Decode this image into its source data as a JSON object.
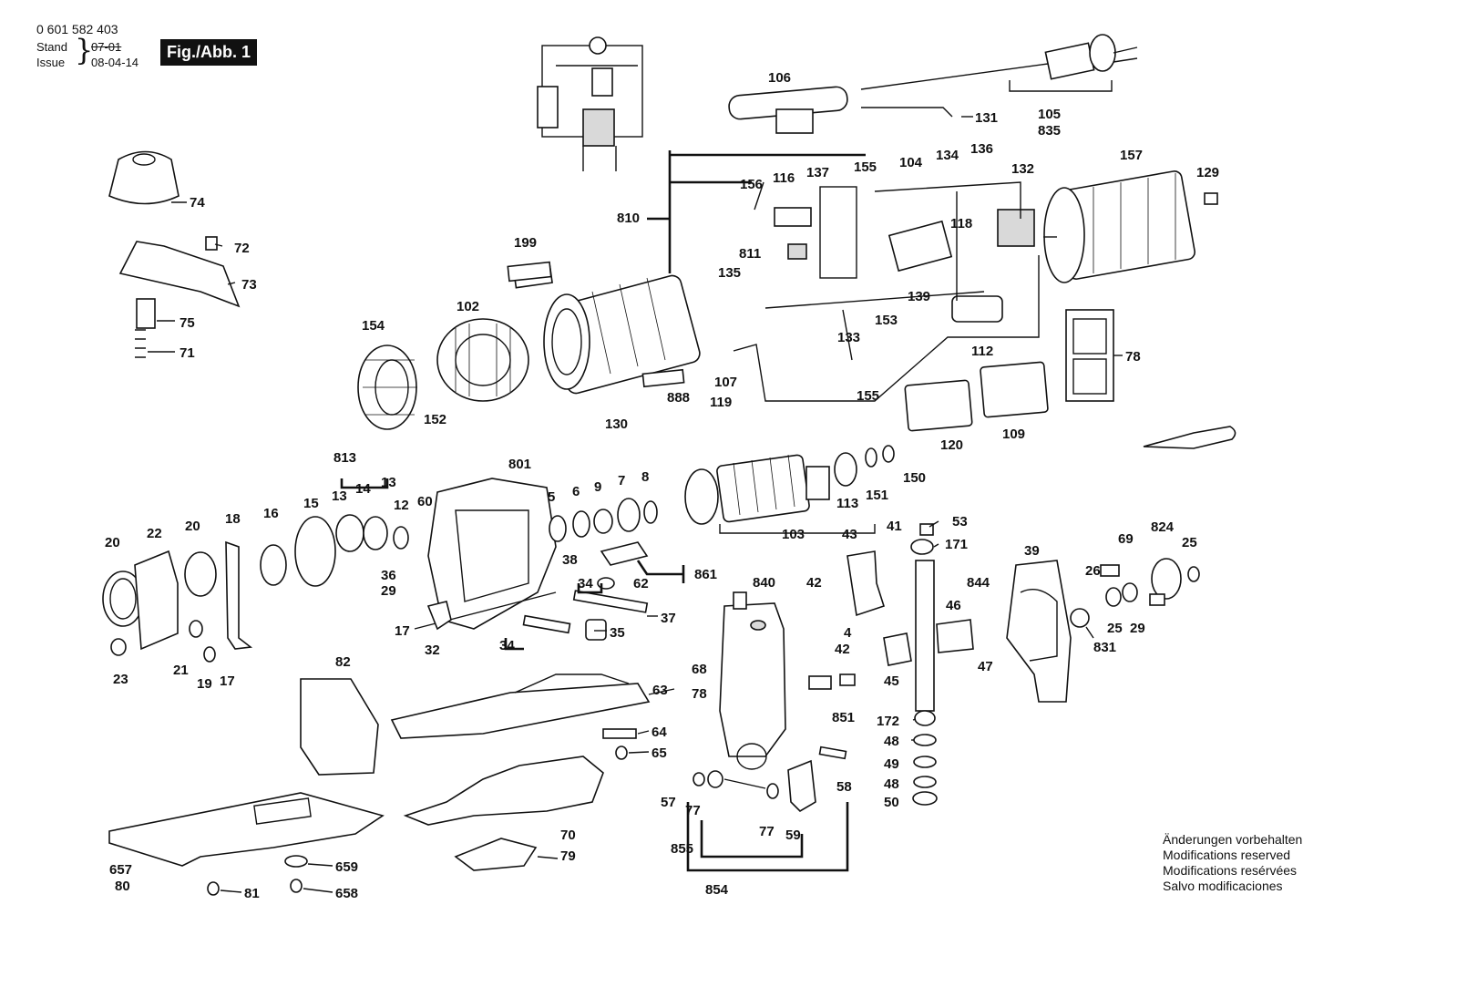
{
  "header": {
    "document_number": "0 601 582 403",
    "stand_label": "Stand",
    "issue_label": "Issue",
    "old_date": "07-01",
    "issue_date": "08-04-14",
    "figure_label": "Fig./Abb. 1"
  },
  "notes": [
    "Änderungen vorbehalten",
    "Modifications reserved",
    "Modifications resérvées",
    "Salvo modificaciones"
  ],
  "callouts": [
    {
      "id": "l106",
      "text": "106"
    },
    {
      "id": "l131",
      "text": "131"
    },
    {
      "id": "l105",
      "text": "105"
    },
    {
      "id": "l835",
      "text": "835"
    },
    {
      "id": "l156",
      "text": "156"
    },
    {
      "id": "l116",
      "text": "116"
    },
    {
      "id": "l137",
      "text": "137"
    },
    {
      "id": "l155a",
      "text": "155"
    },
    {
      "id": "l104",
      "text": "104"
    },
    {
      "id": "l134",
      "text": "134"
    },
    {
      "id": "l136",
      "text": "136"
    },
    {
      "id": "l132",
      "text": "132"
    },
    {
      "id": "l157",
      "text": "157"
    },
    {
      "id": "l129",
      "text": "129"
    },
    {
      "id": "l810",
      "text": "810"
    },
    {
      "id": "l811",
      "text": "811"
    },
    {
      "id": "l118",
      "text": "118"
    },
    {
      "id": "l135",
      "text": "135"
    },
    {
      "id": "l139",
      "text": "139"
    },
    {
      "id": "l153",
      "text": "153"
    },
    {
      "id": "l133",
      "text": "133"
    },
    {
      "id": "l112",
      "text": "112"
    },
    {
      "id": "l199",
      "text": "199"
    },
    {
      "id": "l102",
      "text": "102"
    },
    {
      "id": "l154",
      "text": "154"
    },
    {
      "id": "l152",
      "text": "152"
    },
    {
      "id": "l130",
      "text": "130"
    },
    {
      "id": "l888",
      "text": "888"
    },
    {
      "id": "l107",
      "text": "107"
    },
    {
      "id": "l119",
      "text": "119"
    },
    {
      "id": "l155b",
      "text": "155"
    },
    {
      "id": "l120",
      "text": "120"
    },
    {
      "id": "l109",
      "text": "109"
    },
    {
      "id": "l78a",
      "text": "78"
    },
    {
      "id": "l74",
      "text": "74"
    },
    {
      "id": "l72",
      "text": "72"
    },
    {
      "id": "l73",
      "text": "73"
    },
    {
      "id": "l75",
      "text": "75"
    },
    {
      "id": "l71",
      "text": "71"
    },
    {
      "id": "l813",
      "text": "813"
    },
    {
      "id": "l13a",
      "text": "13"
    },
    {
      "id": "l14",
      "text": "14"
    },
    {
      "id": "l13b",
      "text": "13"
    },
    {
      "id": "l801",
      "text": "801"
    },
    {
      "id": "l12",
      "text": "12"
    },
    {
      "id": "l60",
      "text": "60"
    },
    {
      "id": "l15",
      "text": "15"
    },
    {
      "id": "l16",
      "text": "16"
    },
    {
      "id": "l18",
      "text": "18"
    },
    {
      "id": "l20a",
      "text": "20"
    },
    {
      "id": "l22",
      "text": "22"
    },
    {
      "id": "l20b",
      "text": "20"
    },
    {
      "id": "l5",
      "text": "5"
    },
    {
      "id": "l6",
      "text": "6"
    },
    {
      "id": "l9",
      "text": "9"
    },
    {
      "id": "l7",
      "text": "7"
    },
    {
      "id": "l8",
      "text": "8"
    },
    {
      "id": "l113",
      "text": "113"
    },
    {
      "id": "l151",
      "text": "151"
    },
    {
      "id": "l150",
      "text": "150"
    },
    {
      "id": "l103",
      "text": "103"
    },
    {
      "id": "l43",
      "text": "43"
    },
    {
      "id": "l41",
      "text": "41"
    },
    {
      "id": "l53",
      "text": "53"
    },
    {
      "id": "l171",
      "text": "171"
    },
    {
      "id": "l39",
      "text": "39"
    },
    {
      "id": "l69",
      "text": "69"
    },
    {
      "id": "l824",
      "text": "824"
    },
    {
      "id": "l25a",
      "text": "25"
    },
    {
      "id": "l26",
      "text": "26"
    },
    {
      "id": "l25b",
      "text": "25"
    },
    {
      "id": "l29b",
      "text": "29"
    },
    {
      "id": "l831",
      "text": "831"
    },
    {
      "id": "l38",
      "text": "38"
    },
    {
      "id": "l861",
      "text": "861"
    },
    {
      "id": "l36",
      "text": "36"
    },
    {
      "id": "l29a",
      "text": "29"
    },
    {
      "id": "l34a",
      "text": "34"
    },
    {
      "id": "l62",
      "text": "62"
    },
    {
      "id": "l840",
      "text": "840"
    },
    {
      "id": "l42a",
      "text": "42"
    },
    {
      "id": "l844",
      "text": "844"
    },
    {
      "id": "l46",
      "text": "46"
    },
    {
      "id": "l37",
      "text": "37"
    },
    {
      "id": "l17a",
      "text": "17"
    },
    {
      "id": "l32",
      "text": "32"
    },
    {
      "id": "l35",
      "text": "35"
    },
    {
      "id": "l34b",
      "text": "34"
    },
    {
      "id": "l4",
      "text": "4"
    },
    {
      "id": "l42b",
      "text": "42"
    },
    {
      "id": "l47",
      "text": "47"
    },
    {
      "id": "l45",
      "text": "45"
    },
    {
      "id": "l68",
      "text": "68"
    },
    {
      "id": "l78b",
      "text": "78"
    },
    {
      "id": "l23",
      "text": "23"
    },
    {
      "id": "l21",
      "text": "21"
    },
    {
      "id": "l19",
      "text": "19"
    },
    {
      "id": "l17b",
      "text": "17"
    },
    {
      "id": "l82",
      "text": "82"
    },
    {
      "id": "l63",
      "text": "63"
    },
    {
      "id": "l851",
      "text": "851"
    },
    {
      "id": "l172",
      "text": "172"
    },
    {
      "id": "l48a",
      "text": "48"
    },
    {
      "id": "l49",
      "text": "49"
    },
    {
      "id": "l48b",
      "text": "48"
    },
    {
      "id": "l50",
      "text": "50"
    },
    {
      "id": "l64",
      "text": "64"
    },
    {
      "id": "l65",
      "text": "65"
    },
    {
      "id": "l57",
      "text": "57"
    },
    {
      "id": "l77a",
      "text": "77"
    },
    {
      "id": "l77b",
      "text": "77"
    },
    {
      "id": "l59",
      "text": "59"
    },
    {
      "id": "l58",
      "text": "58"
    },
    {
      "id": "l855",
      "text": "855"
    },
    {
      "id": "l854",
      "text": "854"
    },
    {
      "id": "l70",
      "text": "70"
    },
    {
      "id": "l79",
      "text": "79"
    },
    {
      "id": "l657",
      "text": "657"
    },
    {
      "id": "l80",
      "text": "80"
    },
    {
      "id": "l659",
      "text": "659"
    },
    {
      "id": "l81",
      "text": "81"
    },
    {
      "id": "l658",
      "text": "658"
    }
  ]
}
